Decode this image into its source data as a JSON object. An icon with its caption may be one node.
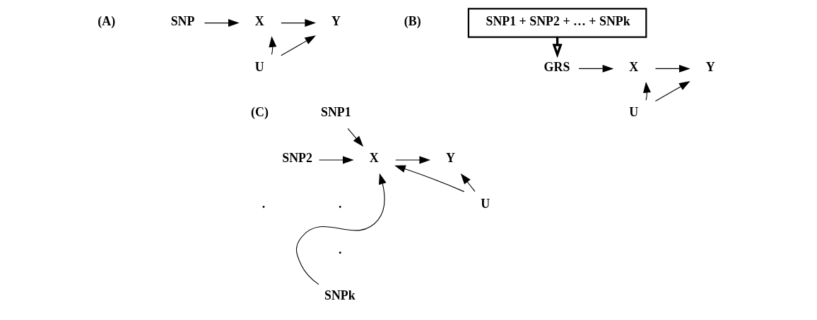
{
  "diagram": {
    "nodes": [
      {
        "text": [
          "SNP"
        ]
      },
      {
        "text": [
          "X"
        ]
      },
      {
        "text": [
          "Y"
        ]
      },
      {
        "text": [
          "U"
        ]
      },
      {
        "text": [
          "SNP1 + SNP2 + … + SNPk"
        ]
      },
      {
        "text": [
          "GRS"
        ]
      },
      {
        "text": [
          "X"
        ]
      },
      {
        "text": [
          "Y"
        ]
      },
      {
        "text": [
          "U"
        ]
      },
      {
        "text": [
          "SNP1"
        ]
      },
      {
        "text": [
          "SNP2"
        ]
      },
      {
        "text": [
          "SNPk"
        ]
      },
      {
        "text": [
          "X"
        ]
      },
      {
        "text": [
          "Y"
        ]
      },
      {
        "text": [
          "U"
        ]
      }
    ],
    "edges": [
      {
        "from": 0,
        "to": 1,
        "arrow": "to"
      },
      {
        "from": 1,
        "to": 2,
        "arrow": "to"
      },
      {
        "from": 3,
        "to": 1,
        "arrow": "to"
      },
      {
        "from": 3,
        "to": 2,
        "arrow": "to"
      },
      {
        "from": 4,
        "to": 5,
        "arrow": "to",
        "style": "thick"
      },
      {
        "from": 5,
        "to": 6,
        "arrow": "to"
      },
      {
        "from": 6,
        "to": 7,
        "arrow": "to"
      },
      {
        "from": 8,
        "to": 6,
        "arrow": "to"
      },
      {
        "from": 8,
        "to": 7,
        "arrow": "to"
      },
      {
        "from": 9,
        "to": 12,
        "arrow": "to"
      },
      {
        "from": 10,
        "to": 12,
        "arrow": "to"
      },
      {
        "from": 11,
        "to": 12,
        "arrow": "to"
      },
      {
        "from": 12,
        "to": 13,
        "arrow": "to"
      },
      {
        "from": 14,
        "to": 12,
        "arrow": "to"
      },
      {
        "from": 14,
        "to": 13,
        "arrow": "to"
      }
    ],
    "labels": [
      "(A)",
      "(B)",
      "(C)",
      ".",
      ".",
      "."
    ]
  }
}
